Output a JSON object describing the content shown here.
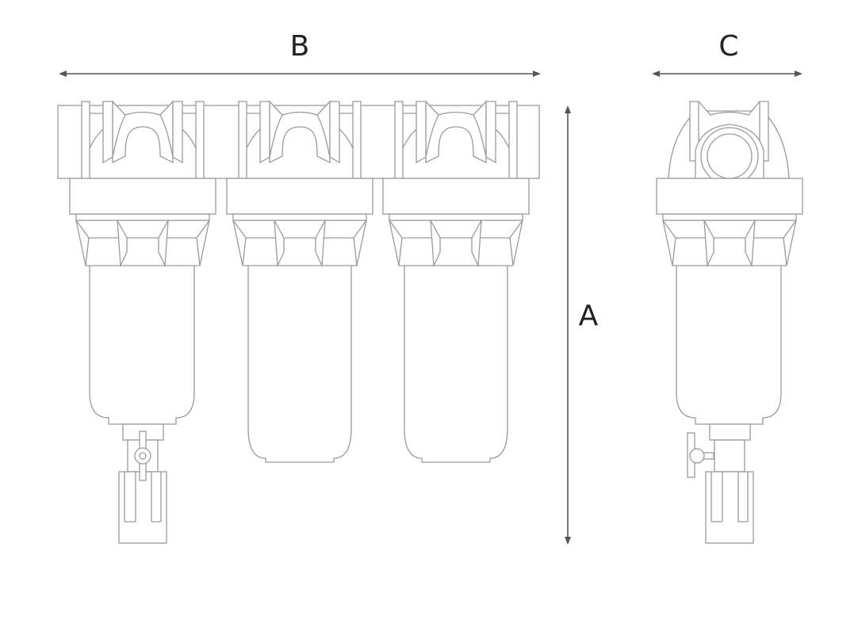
{
  "dimensions": {
    "a_label": "A",
    "b_label": "B",
    "c_label": "C"
  },
  "colors": {
    "outline": "#9a9a9a",
    "dimension": "#555555",
    "text": "#222222"
  }
}
